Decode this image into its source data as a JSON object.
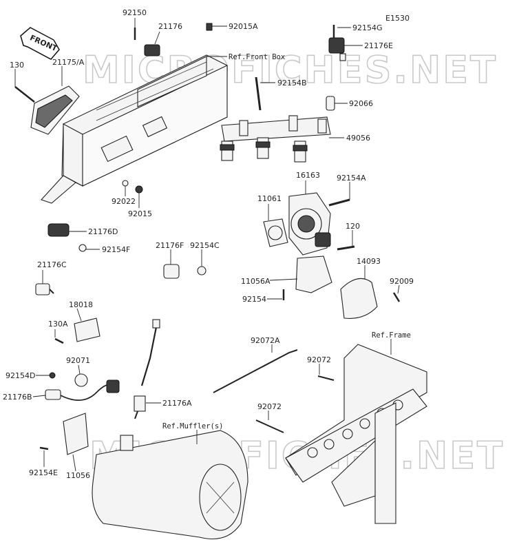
{
  "diagram_code": "E1530",
  "direction_badge": "FRONT",
  "watermarks": [
    "MICROFICHES.NET",
    "MICROFICHES.NET"
  ],
  "references": {
    "front_box": "Ref.Front Box",
    "frame": "Ref.Frame",
    "muffler": "Ref.Muffler(s)"
  },
  "parts": {
    "p92150": "92150",
    "p21176": "21176",
    "p92015A": "92015A",
    "p130": "130",
    "p21175A": "21175/A",
    "p92154G": "92154G",
    "p21176E": "21176E",
    "p92154B": "92154B",
    "p92066": "92066",
    "p49056": "49056",
    "p92022": "92022",
    "p92015": "92015",
    "p16163": "16163",
    "p92154A": "92154A",
    "p11061": "11061",
    "p120": "120",
    "p21176D": "21176D",
    "p92154F": "92154F",
    "p21176F": "21176F",
    "p92154C": "92154C",
    "p14093": "14093",
    "p92009": "92009",
    "p11056A": "11056A",
    "p92154": "92154",
    "p21176C": "21176C",
    "p18018": "18018",
    "p130A": "130A",
    "p92072A": "92072A",
    "p92071": "92071",
    "p92072a": "92072",
    "p92154D": "92154D",
    "p21176B": "21176B",
    "p21176A": "21176A",
    "p92072b": "92072",
    "p92154E": "92154E",
    "p11056": "11056"
  }
}
